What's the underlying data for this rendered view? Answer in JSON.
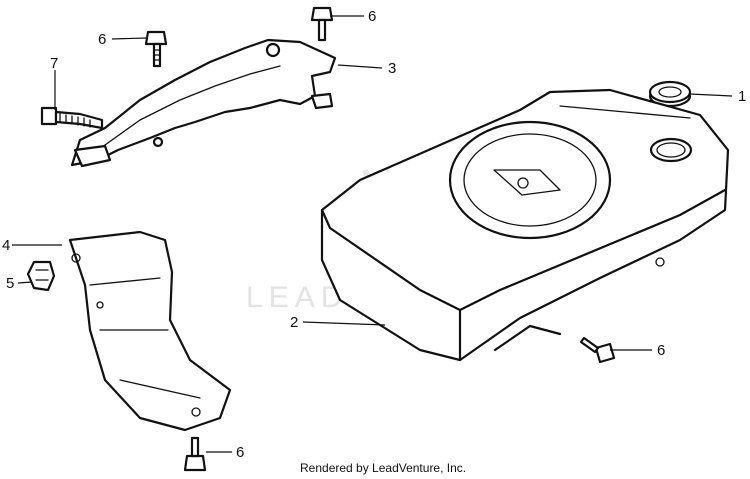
{
  "diagram": {
    "callouts": [
      {
        "id": "1",
        "label": "1"
      },
      {
        "id": "2",
        "label": "2"
      },
      {
        "id": "3",
        "label": "3"
      },
      {
        "id": "4",
        "label": "4"
      },
      {
        "id": "5",
        "label": "5"
      },
      {
        "id": "6a",
        "label": "6"
      },
      {
        "id": "6b",
        "label": "6"
      },
      {
        "id": "6c",
        "label": "6"
      },
      {
        "id": "6d",
        "label": "6"
      },
      {
        "id": "7",
        "label": "7"
      }
    ],
    "watermark": "LEADVENTURE",
    "footer": "Rendered by LeadVenture, Inc."
  }
}
